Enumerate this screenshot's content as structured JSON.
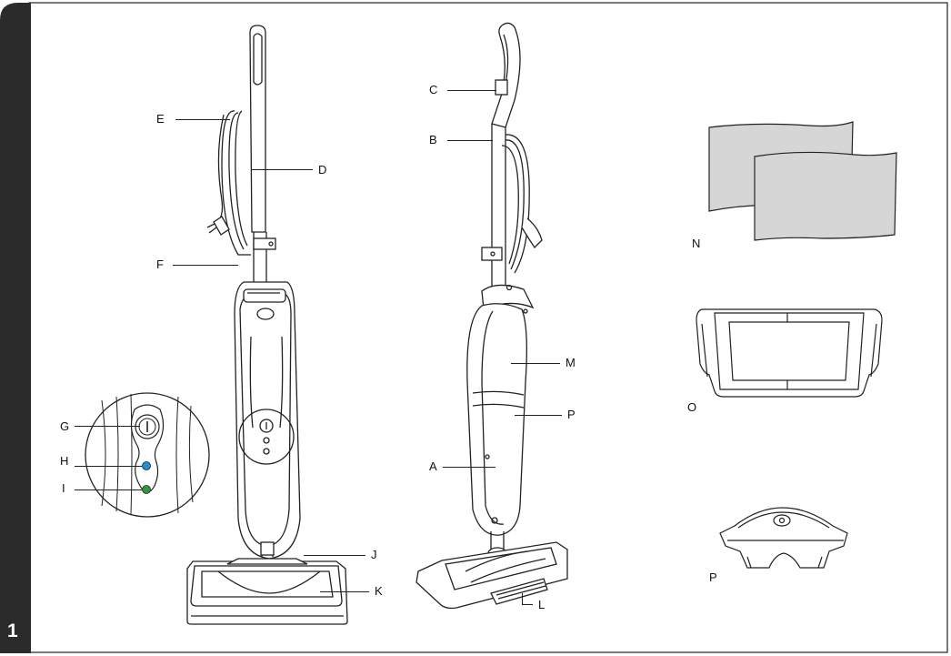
{
  "figure": {
    "number": "1",
    "colors": {
      "tab": "#2b2b2b",
      "line": "#222222",
      "pad_fill": "#d6d6d6",
      "indicator_blue": "#1e90d6",
      "indicator_green": "#2f9a3a"
    }
  },
  "labels": {
    "A": "A",
    "B": "B",
    "C": "C",
    "D": "D",
    "E": "E",
    "F": "F",
    "G": "G",
    "H": "H",
    "I": "I",
    "J": "J",
    "K": "K",
    "L": "L",
    "M": "M",
    "N": "N",
    "O": "O",
    "P_body": "P",
    "P_accessory": "P"
  }
}
